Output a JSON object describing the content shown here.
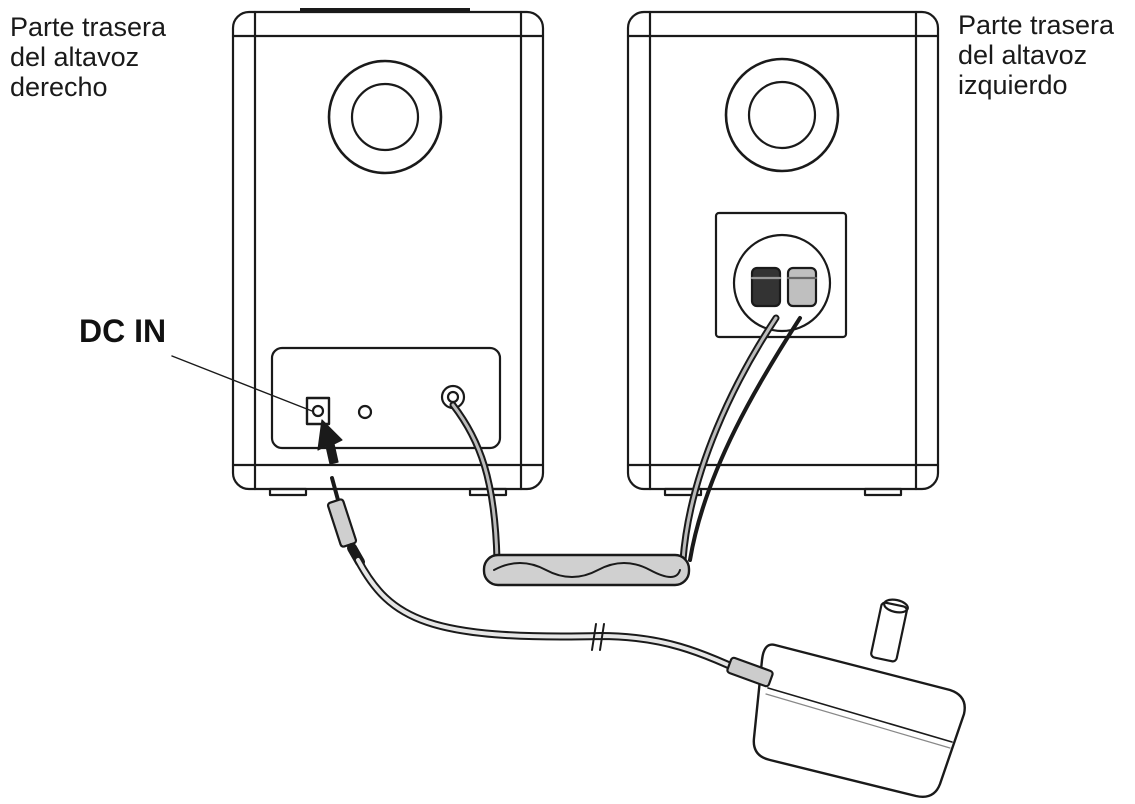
{
  "labels": {
    "right_speaker": [
      "Parte trasera",
      "del altavoz",
      "derecho"
    ],
    "left_speaker": [
      "Parte trasera",
      "del altavoz",
      "izquierdo"
    ],
    "dc_in": "DC IN"
  },
  "colors": {
    "line": "#1a1a1a",
    "fill": "#ffffff",
    "terminal_dark": "#333333",
    "terminal_light": "#bfbfbf"
  },
  "icons": [
    "power-adapter-icon",
    "speaker-icon",
    "cable-icon",
    "arrow-icon"
  ]
}
